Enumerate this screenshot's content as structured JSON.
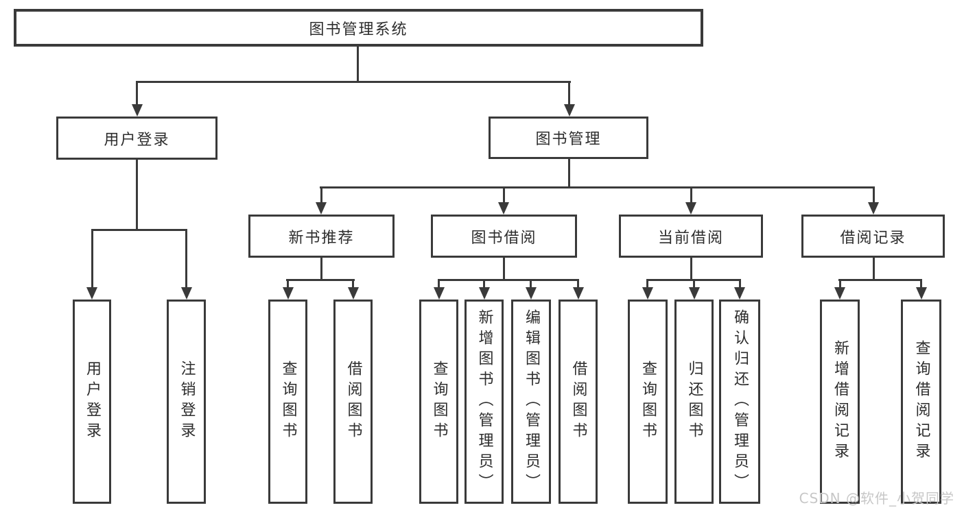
{
  "diagram": {
    "root": {
      "label": "图书管理系统"
    },
    "level2": [
      {
        "label": "用户登录"
      },
      {
        "label": "图书管理"
      }
    ],
    "level3": [
      {
        "label": "新书推荐"
      },
      {
        "label": "图书借阅"
      },
      {
        "label": "当前借阅"
      },
      {
        "label": "借阅记录"
      }
    ],
    "leaves": [
      {
        "label": "用户登录"
      },
      {
        "label": "注销登录"
      },
      {
        "label": "查询图书"
      },
      {
        "label": "借阅图书"
      },
      {
        "label": "查询图书"
      },
      {
        "label": "新增图书（管理员）"
      },
      {
        "label": "编辑图书（管理员）"
      },
      {
        "label": "借阅图书"
      },
      {
        "label": "查询图书"
      },
      {
        "label": "归还图书"
      },
      {
        "label": "确认归还（管理员）"
      },
      {
        "label": "新增借阅记录"
      },
      {
        "label": "查询借阅记录"
      }
    ]
  },
  "watermark": {
    "text": "CSDN @软件_小贺同学"
  },
  "colors": {
    "line": "#3a3a3a",
    "text": "#2d2d2d",
    "background": "#ffffff",
    "watermark": "#c7c7c7"
  }
}
